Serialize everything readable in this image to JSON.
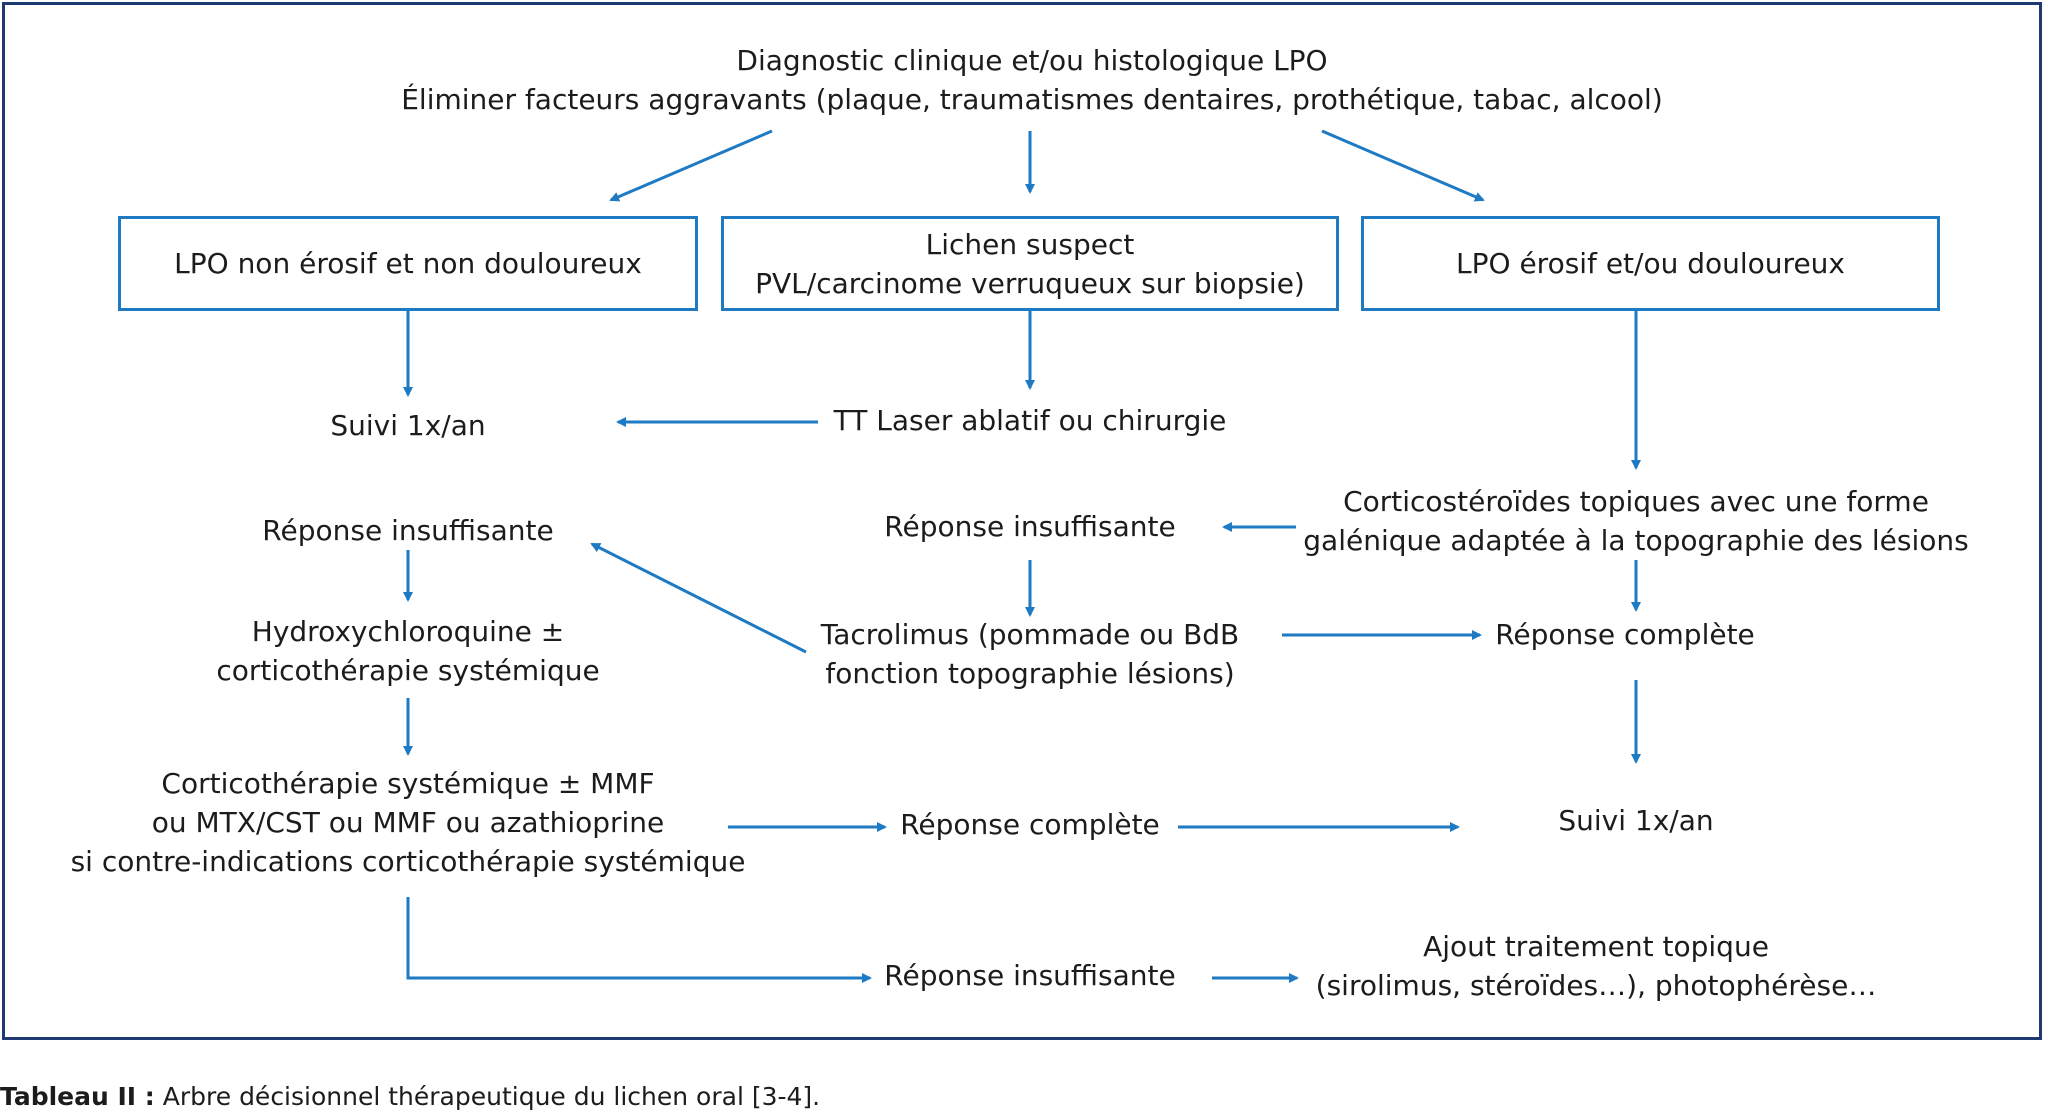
{
  "nodes": {
    "diagnostic": [
      "Diagnostic clinique et/ou histologique LPO",
      "Éliminer facteurs aggravants (plaque, traumatismes dentaires, prothétique, tabac, alcool)"
    ],
    "lpo_non_erosif": [
      "LPO non érosif et non douloureux"
    ],
    "lichen_suspect": [
      "Lichen suspect",
      "PVL/carcinome verruqueux sur biopsie)"
    ],
    "lpo_erosif": [
      "LPO érosif et/ou douloureux"
    ],
    "suivi_left": [
      "Suivi 1x/an"
    ],
    "tt_laser": [
      "TT Laser ablatif ou chirurgie"
    ],
    "corticosteroides": [
      "Corticostéroïdes topiques avec une forme",
      "galénique adaptée à la topographie des lésions"
    ],
    "reponse_insuff_left": [
      "Réponse insuffisante"
    ],
    "reponse_insuff_mid": [
      "Réponse insuffisante"
    ],
    "hydroxychloroquine": [
      "Hydroxychloroquine ±",
      "corticothérapie systémique"
    ],
    "tacrolimus": [
      "Tacrolimus (pommade ou BdB",
      "fonction topographie lésions)"
    ],
    "reponse_complete_right": [
      "Réponse complète"
    ],
    "corticotherapie": [
      "Corticothérapie systémique ± MMF",
      "ou MTX/CST ou MMF ou azathioprine",
      "si contre-indications corticothérapie systémique"
    ],
    "reponse_complete_mid": [
      "Réponse complète"
    ],
    "suivi_right": [
      "Suivi 1x/an"
    ],
    "reponse_insuff_bottom": [
      "Réponse insuffisante"
    ],
    "ajout": [
      "Ajout traitement topique",
      "(sirolimus, stéroïdes…), photophérèse…"
    ]
  },
  "caption": {
    "label": "Tableau II :",
    "text": " Arbre décisionnel thérapeutique du lichen oral [3-4]."
  },
  "colors": {
    "arrow": "#1d7ac3",
    "frame": "#1f3a73",
    "text": "#1c1c1c"
  }
}
